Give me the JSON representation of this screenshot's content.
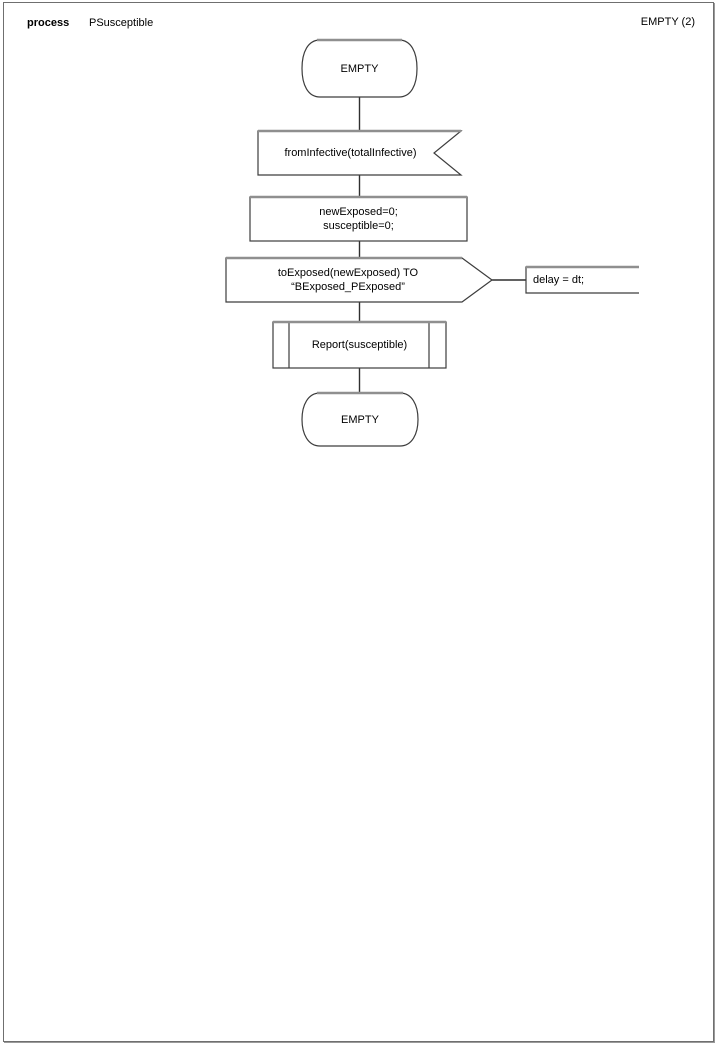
{
  "header": {
    "kind": "process",
    "name": "PSusceptible",
    "page_ref": "EMPTY (2)"
  },
  "flowchart": {
    "start_state": {
      "type": "state",
      "label": "EMPTY"
    },
    "input_signal": {
      "type": "input-signal",
      "label": "fromInfective(totalInfective)"
    },
    "task": {
      "type": "task",
      "label": "newExposed=0;\nsusceptible=0;"
    },
    "output_signal": {
      "type": "output-signal",
      "label": "toExposed(newExposed) TO “BExposed_PExposed”"
    },
    "comment": {
      "type": "comment",
      "label": "delay = dt;"
    },
    "procedure_call": {
      "type": "procedure-call",
      "label": "Report(susceptible)"
    },
    "end_state": {
      "type": "state",
      "label": "EMPTY"
    }
  },
  "colors": {
    "shape_stroke": "#3d3d3d",
    "shape_top_highlight": "#8f8f8f",
    "connector": "#2f2f2f",
    "page_border": "#6f6f6f",
    "text": "#000000",
    "background": "#ffffff"
  }
}
